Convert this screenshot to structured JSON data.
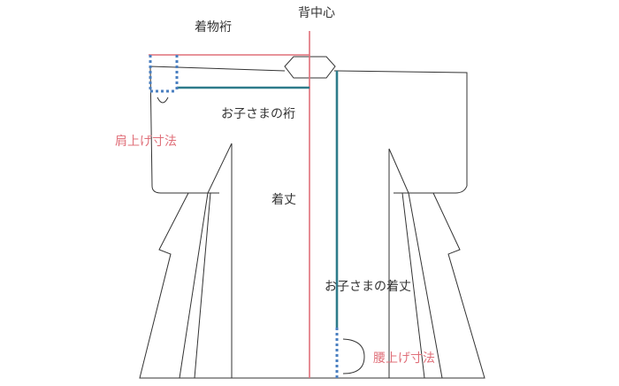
{
  "labels": {
    "kimono_yuki": "着物裄",
    "back_center": "背中心",
    "child_yuki": "お子さまの裄",
    "shoulder_tuck": "肩上げ寸法",
    "kitake": "着丈",
    "child_kitake": "お子さまの着丈",
    "waist_tuck": "腰上げ寸法"
  },
  "colors": {
    "outline": "#333333",
    "red": "#e0707a",
    "teal": "#2e7b8a",
    "dotted": "#4a7fc0"
  }
}
